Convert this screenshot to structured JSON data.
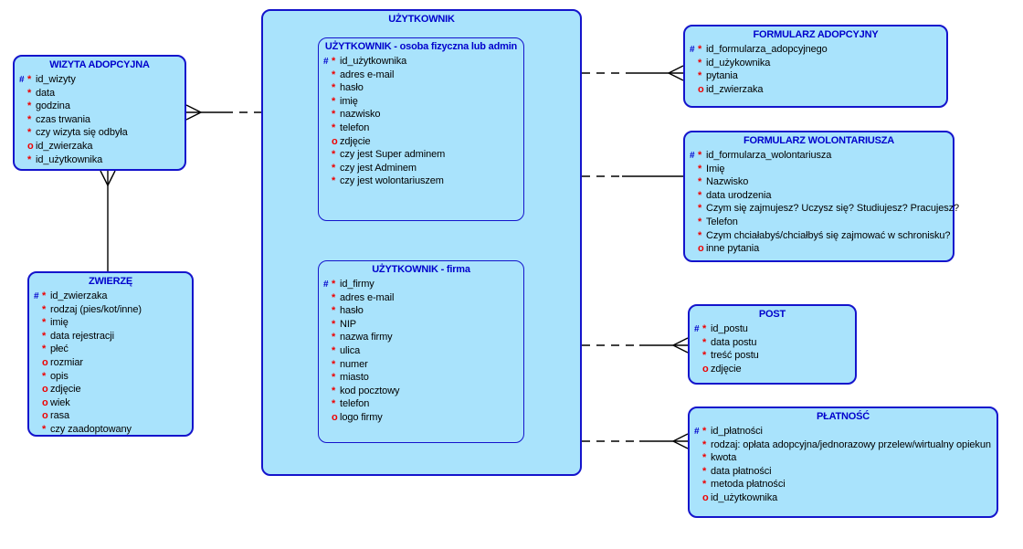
{
  "colors": {
    "entity_fill": "#A9E3FC",
    "entity_border": "#1414CC",
    "title_text": "#0000CC",
    "required_marker": "#EE0000",
    "hash_marker": "#0000CC",
    "connector": "#000000"
  },
  "entities": {
    "wizyta": {
      "title": "WIZYTA ADOPCYJNA",
      "attrs": [
        {
          "k": "#",
          "r": "*",
          "n": "id_wizyty"
        },
        {
          "k": "",
          "r": "*",
          "n": "data"
        },
        {
          "k": "",
          "r": "*",
          "n": "godzina"
        },
        {
          "k": "",
          "r": "*",
          "n": "czas trwania"
        },
        {
          "k": "",
          "r": "*",
          "n": "czy wizyta się odbyła"
        },
        {
          "k": "",
          "r": "o",
          "n": "id_zwierzaka"
        },
        {
          "k": "",
          "r": "*",
          "n": "id_użytkownika"
        }
      ]
    },
    "zwierze": {
      "title": "ZWIERZĘ",
      "attrs": [
        {
          "k": "#",
          "r": "*",
          "n": "id_zwierzaka"
        },
        {
          "k": "",
          "r": "*",
          "n": "rodzaj (pies/kot/inne)"
        },
        {
          "k": "",
          "r": "*",
          "n": "imię"
        },
        {
          "k": "",
          "r": "*",
          "n": "data rejestracji"
        },
        {
          "k": "",
          "r": "*",
          "n": "płeć"
        },
        {
          "k": "",
          "r": "o",
          "n": "rozmiar"
        },
        {
          "k": "",
          "r": "*",
          "n": "opis"
        },
        {
          "k": "",
          "r": "o",
          "n": "zdjęcie"
        },
        {
          "k": "",
          "r": "o",
          "n": "wiek"
        },
        {
          "k": "",
          "r": "o",
          "n": "rasa"
        },
        {
          "k": "",
          "r": "*",
          "n": "czy zaadoptowany"
        }
      ]
    },
    "uzytkownik": {
      "title": "UŻYTKOWNIK"
    },
    "uzytkownik_osoba": {
      "title": "UŻYTKOWNIK - osoba fizyczna lub admin",
      "attrs": [
        {
          "k": "#",
          "r": "*",
          "n": "id_użytkownika"
        },
        {
          "k": "",
          "r": "*",
          "n": "adres e-mail"
        },
        {
          "k": "",
          "r": "*",
          "n": "hasło"
        },
        {
          "k": "",
          "r": "*",
          "n": "imię"
        },
        {
          "k": "",
          "r": "*",
          "n": "nazwisko"
        },
        {
          "k": "",
          "r": "*",
          "n": "telefon"
        },
        {
          "k": "",
          "r": "o",
          "n": "zdjęcie"
        },
        {
          "k": "",
          "r": "*",
          "n": "czy jest Super adminem"
        },
        {
          "k": "",
          "r": "*",
          "n": "czy jest Adminem"
        },
        {
          "k": "",
          "r": "*",
          "n": "czy jest wolontariuszem"
        }
      ]
    },
    "uzytkownik_firma": {
      "title": "UŻYTKOWNIK - firma",
      "attrs": [
        {
          "k": "#",
          "r": "*",
          "n": "id_firmy"
        },
        {
          "k": "",
          "r": "*",
          "n": "adres e-mail"
        },
        {
          "k": "",
          "r": "*",
          "n": "hasło"
        },
        {
          "k": "",
          "r": "*",
          "n": "NIP"
        },
        {
          "k": "",
          "r": "*",
          "n": "nazwa firmy"
        },
        {
          "k": "",
          "r": "*",
          "n": "ulica"
        },
        {
          "k": "",
          "r": "*",
          "n": "numer"
        },
        {
          "k": "",
          "r": "*",
          "n": "miasto"
        },
        {
          "k": "",
          "r": "*",
          "n": "kod pocztowy"
        },
        {
          "k": "",
          "r": "*",
          "n": "telefon"
        },
        {
          "k": "",
          "r": "o",
          "n": "logo firmy"
        }
      ]
    },
    "formularz_adopcyjny": {
      "title": "FORMULARZ ADOPCYJNY",
      "attrs": [
        {
          "k": "#",
          "r": "*",
          "n": "id_formularza_adopcyjnego"
        },
        {
          "k": "",
          "r": "*",
          "n": "id_użykownika"
        },
        {
          "k": "",
          "r": "*",
          "n": "pytania"
        },
        {
          "k": "",
          "r": "o",
          "n": "id_zwierzaka"
        }
      ]
    },
    "formularz_wolontariusza": {
      "title": "FORMULARZ WOLONTARIUSZA",
      "attrs": [
        {
          "k": "#",
          "r": "*",
          "n": "id_formularza_wolontariusza"
        },
        {
          "k": "",
          "r": "*",
          "n": "Imię"
        },
        {
          "k": "",
          "r": "*",
          "n": "Nazwisko"
        },
        {
          "k": "",
          "r": "*",
          "n": "data urodzenia"
        },
        {
          "k": "",
          "r": "*",
          "n": "Czym się zajmujesz? Uczysz się? Studiujesz? Pracujesz?"
        },
        {
          "k": "",
          "r": "*",
          "n": "Telefon"
        },
        {
          "k": "",
          "r": "*",
          "n": "Czym chciałabyś/chciałbyś się zajmować w schronisku?"
        },
        {
          "k": "",
          "r": "o",
          "n": "inne pytania"
        }
      ]
    },
    "post": {
      "title": "POST",
      "attrs": [
        {
          "k": "#",
          "r": "*",
          "n": "id_postu"
        },
        {
          "k": "",
          "r": "*",
          "n": "data postu"
        },
        {
          "k": "",
          "r": "*",
          "n": "treść postu"
        },
        {
          "k": "",
          "r": "o",
          "n": "zdjęcie"
        }
      ]
    },
    "platnosc": {
      "title": "PŁATNOŚĆ",
      "attrs": [
        {
          "k": "#",
          "r": "*",
          "n": "id_płatności"
        },
        {
          "k": "",
          "r": "*",
          "n": "rodzaj: opłata adopcyjna/jednorazowy przelew/wirtualny opiekun"
        },
        {
          "k": "",
          "r": "*",
          "n": "kwota"
        },
        {
          "k": "",
          "r": "*",
          "n": "data płatności"
        },
        {
          "k": "",
          "r": "*",
          "n": "metoda płatności"
        },
        {
          "k": "",
          "r": "o",
          "n": "id_użytkownika"
        }
      ]
    }
  }
}
